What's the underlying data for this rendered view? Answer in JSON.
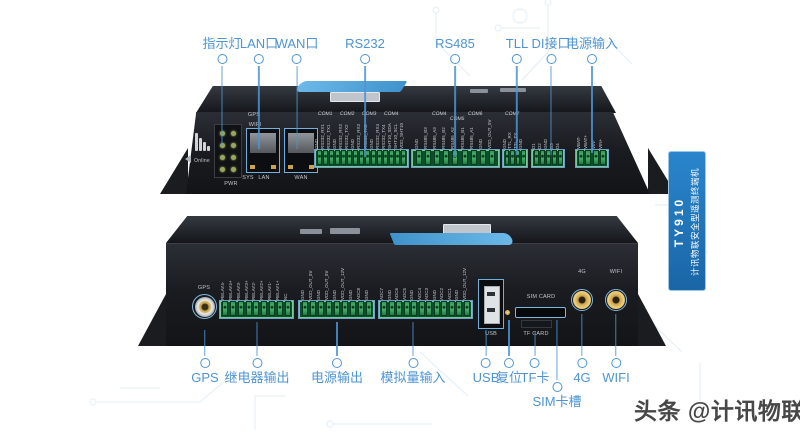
{
  "scene": {
    "watermark": "头条 @计讯物联"
  },
  "banner": {
    "model": "TY910",
    "subtitle": "计讯物联安全型遥测终端机"
  },
  "top_callouts": [
    "指示灯",
    "LAN口",
    "WAN口",
    "RS232",
    "RS485",
    "TLL",
    "DI接口",
    "电源输入"
  ],
  "bottom_callouts": [
    "GPS",
    "继电器输出",
    "电源输出",
    "模拟量输入",
    "USB",
    "复位",
    "TF卡",
    "SIM卡槽",
    "4G",
    "WIFI"
  ],
  "rear_panel": {
    "signal_label": "Online",
    "led_gps": "GPS",
    "led_wifi": "WIFI",
    "led_pwr": "PWR",
    "led_sys": "SYS",
    "eth_lan": "LAN",
    "eth_wan": "WAN",
    "com_serial": [
      "COM1",
      "COM2",
      "COM3",
      "COM4"
    ],
    "com_485": [
      "COM4",
      "COM5",
      "COM6"
    ],
    "com_ttl": "COM7",
    "pins_serial": [
      "GND",
      "RS232_RX1",
      "RS232_TX1",
      "GND",
      "RS232_RX2",
      "RS232_TX2",
      "GND",
      "RS232_RX3",
      "RS232_TX3",
      "GND",
      "RS232_RX4",
      "RS232_TX4",
      "SHT10_SDA",
      "SHT10_SCL",
      "VDD_SHT10"
    ],
    "pins_485": [
      "GND",
      "RS485_B3",
      "RS485_A3",
      "RS485_B2",
      "RS485_A2",
      "RS485_B1",
      "RS485_A1",
      "GND",
      "VDD_OUT_5V"
    ],
    "pins_ttl": [
      "GND",
      "TTL_RX",
      "TTL_TX",
      "GND"
    ],
    "pins_di": [
      "D1",
      "D2",
      "GND",
      "D3",
      "D4"
    ],
    "pins_power_in": [
      "VBAT-",
      "VBAT+",
      "VIN-",
      "VIN+"
    ]
  },
  "front_panel": {
    "gps_label": "GPS",
    "usb_label": "USB",
    "sim_label": "SIM CARD",
    "tf_label": "TF CARD",
    "g4_label": "4G",
    "wifi_label": "WIFI",
    "pins_relay": [
      "RELAY4-",
      "RELAY4+",
      "RELAY3-",
      "RELAY3+",
      "RELAY2-",
      "RELAY2+",
      "RELAY1-",
      "RELAY1+",
      "NC"
    ],
    "pins_power_out": [
      "GND",
      "VDD_OUT_5V",
      "GND",
      "VDD_OUT_5V",
      "GND",
      "VDD_OUT_12V",
      "GND",
      "ADC8",
      "GND"
    ],
    "pins_adc": [
      "ADC7",
      "GND",
      "ADC6",
      "ADC5",
      "GND",
      "ADC4",
      "ADC3",
      "GND",
      "ADC2",
      "ADC1",
      "GND",
      "VDD_OUT_12V"
    ]
  },
  "colors": {
    "callout_blue": "#4e94d4",
    "banner_blue": "#1d71b8",
    "terminal_green": "#2f9e57",
    "highlight_cyan": "#7db8e2",
    "sticker_blue": "#4aa3e0"
  }
}
